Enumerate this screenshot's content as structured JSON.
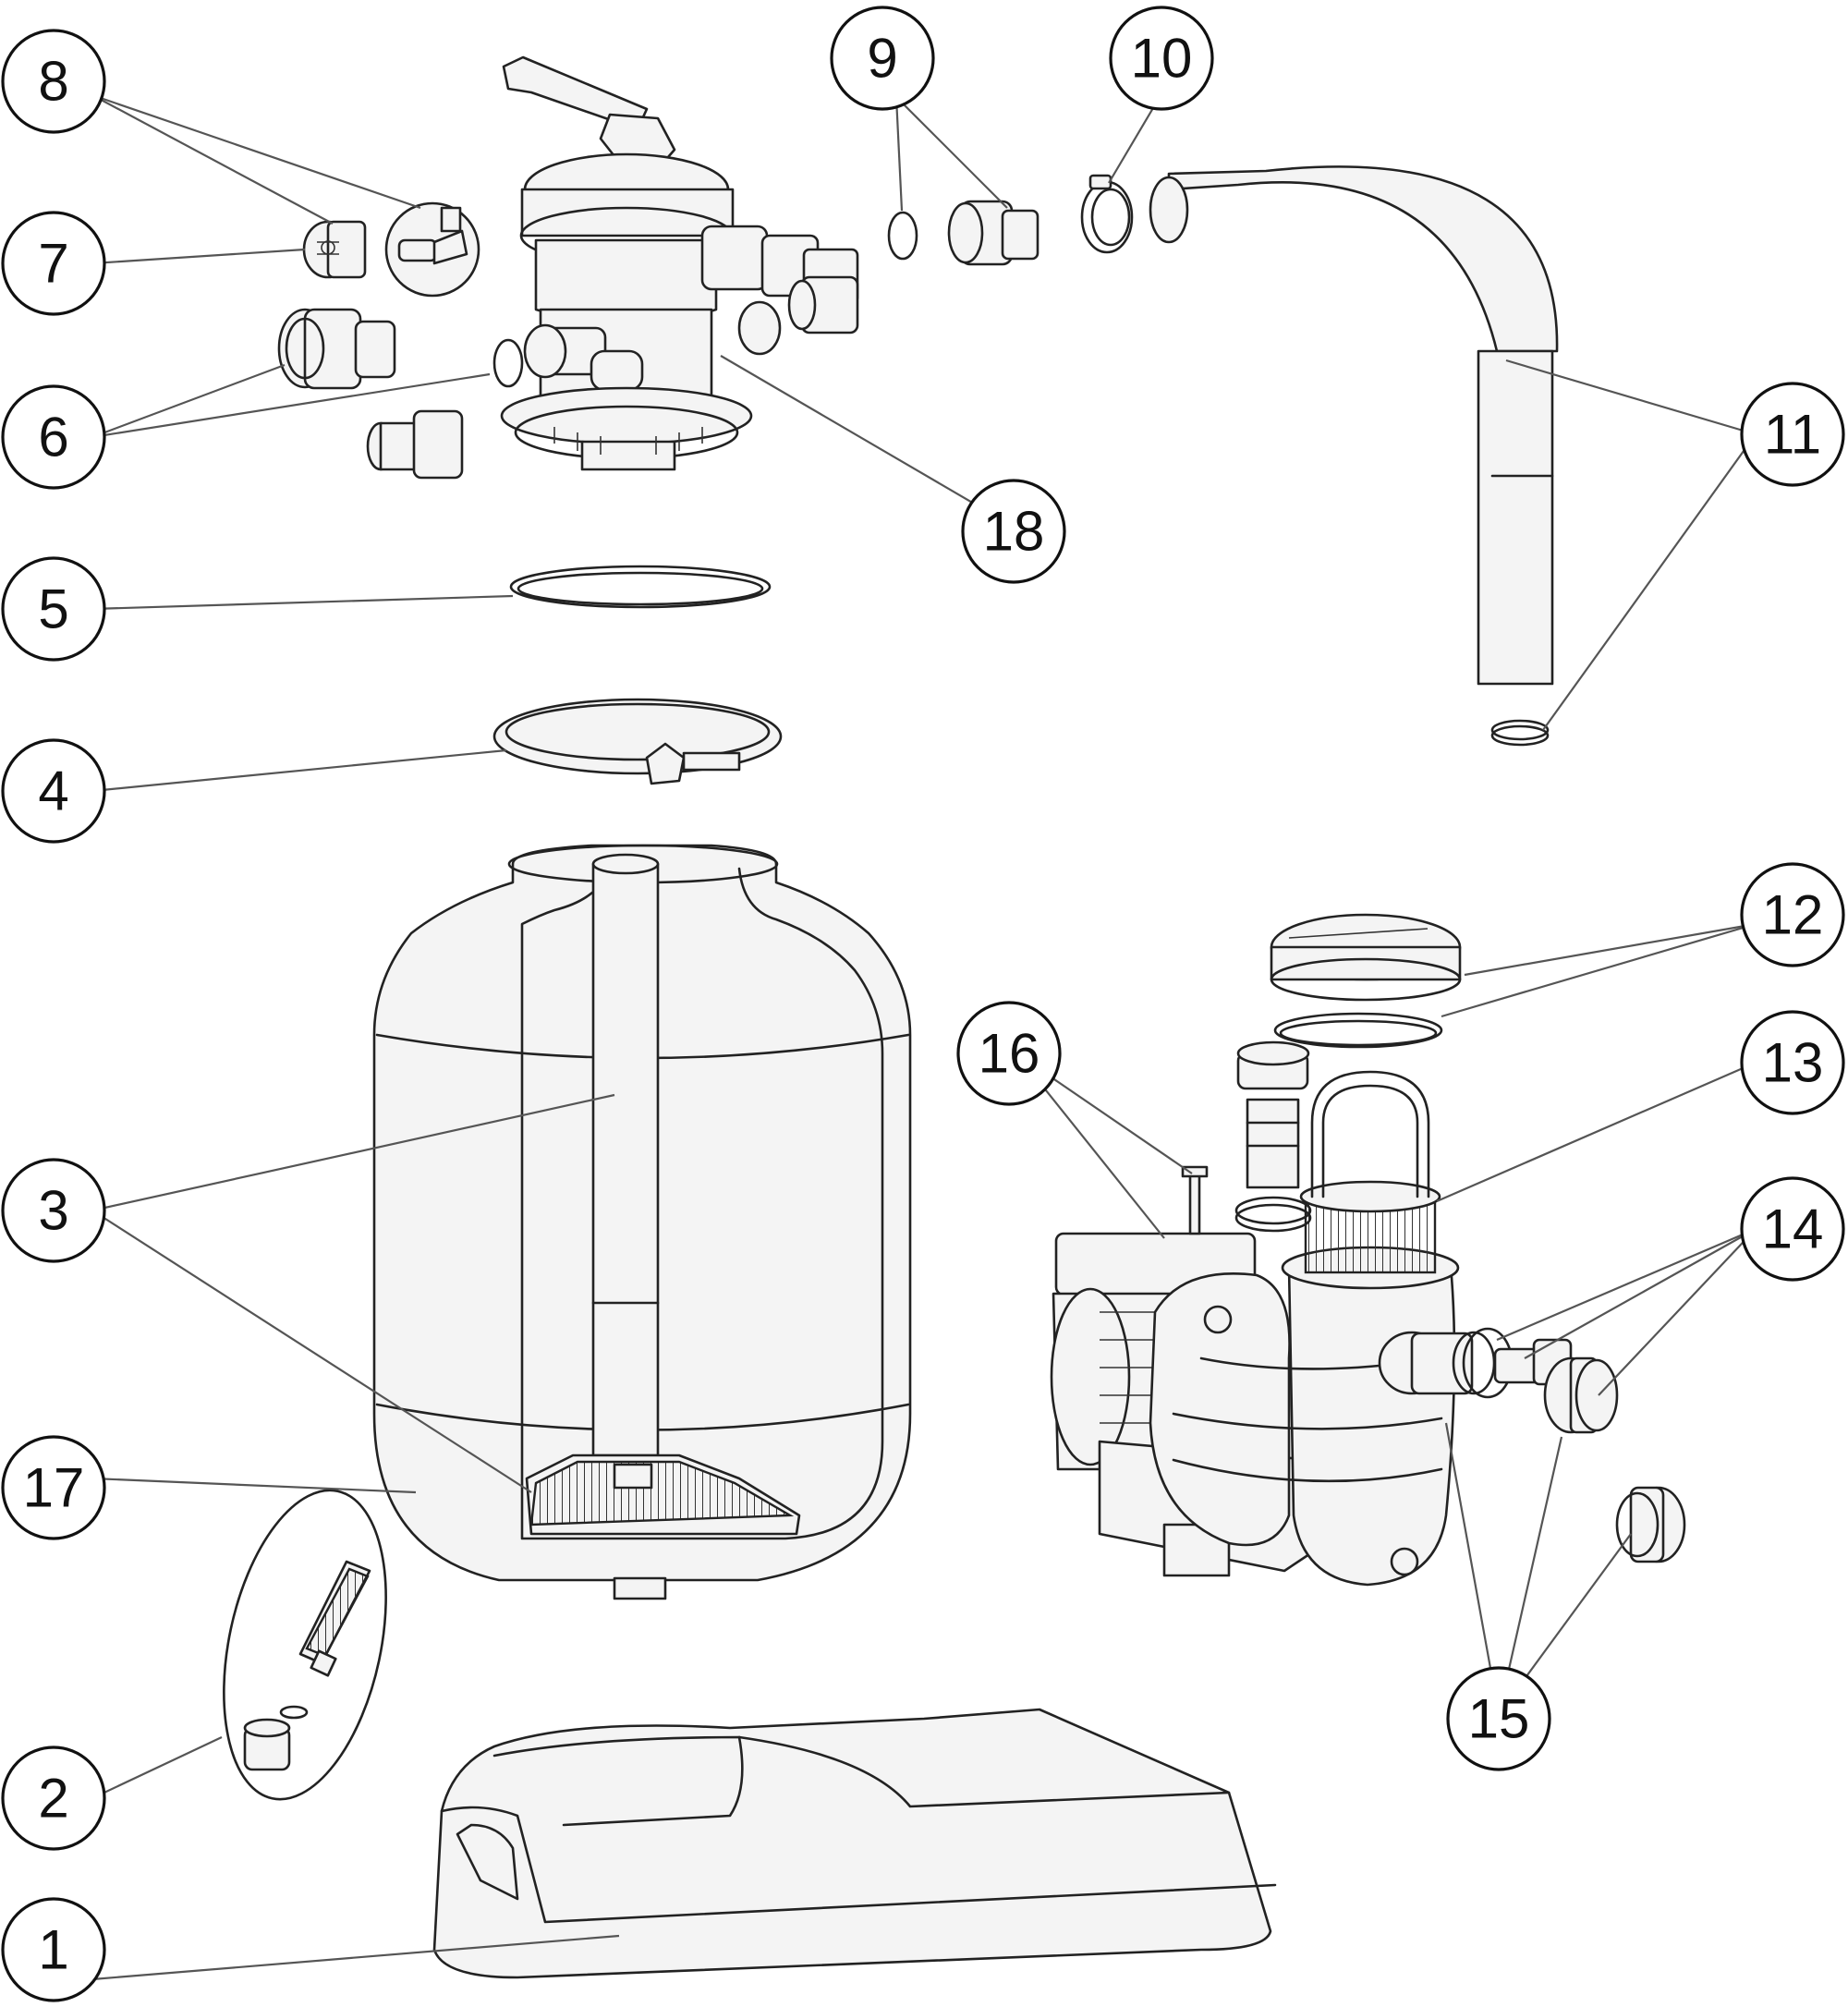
{
  "diagram": {
    "callouts": [
      {
        "id": "8",
        "label": "8"
      },
      {
        "id": "7",
        "label": "7"
      },
      {
        "id": "6",
        "label": "6"
      },
      {
        "id": "5",
        "label": "5"
      },
      {
        "id": "4",
        "label": "4"
      },
      {
        "id": "3",
        "label": "3"
      },
      {
        "id": "17",
        "label": "17"
      },
      {
        "id": "2",
        "label": "2"
      },
      {
        "id": "1",
        "label": "1"
      },
      {
        "id": "9",
        "label": "9"
      },
      {
        "id": "10",
        "label": "10"
      },
      {
        "id": "11",
        "label": "11"
      },
      {
        "id": "18",
        "label": "18"
      },
      {
        "id": "12",
        "label": "12"
      },
      {
        "id": "16",
        "label": "16"
      },
      {
        "id": "13",
        "label": "13"
      },
      {
        "id": "14",
        "label": "14"
      },
      {
        "id": "15",
        "label": "15"
      }
    ]
  }
}
